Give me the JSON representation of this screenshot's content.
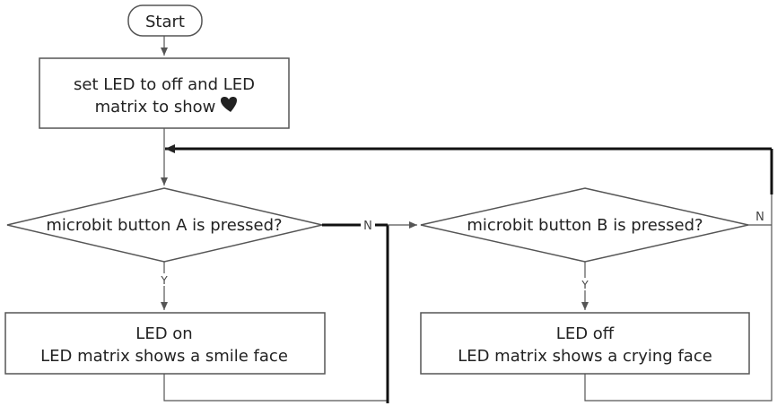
{
  "nodes": {
    "start": {
      "label": "Start"
    },
    "init": {
      "line1": "set LED to off and LED",
      "line2": "matrix to show",
      "heart_icon": "heart-icon"
    },
    "decision_a": {
      "label": "microbit button A is pressed?"
    },
    "decision_b": {
      "label": "microbit button B is pressed?"
    },
    "action_a": {
      "line1": "LED on",
      "line2": "LED matrix shows a smile face"
    },
    "action_b": {
      "line1": "LED off",
      "line2": "LED matrix shows a crying face"
    }
  },
  "edges": {
    "a_no": "N",
    "a_yes": "Y",
    "b_no": "N",
    "b_yes": "Y"
  },
  "colors": {
    "stroke": "#555555",
    "heavy": "#111111",
    "text": "#222222"
  }
}
